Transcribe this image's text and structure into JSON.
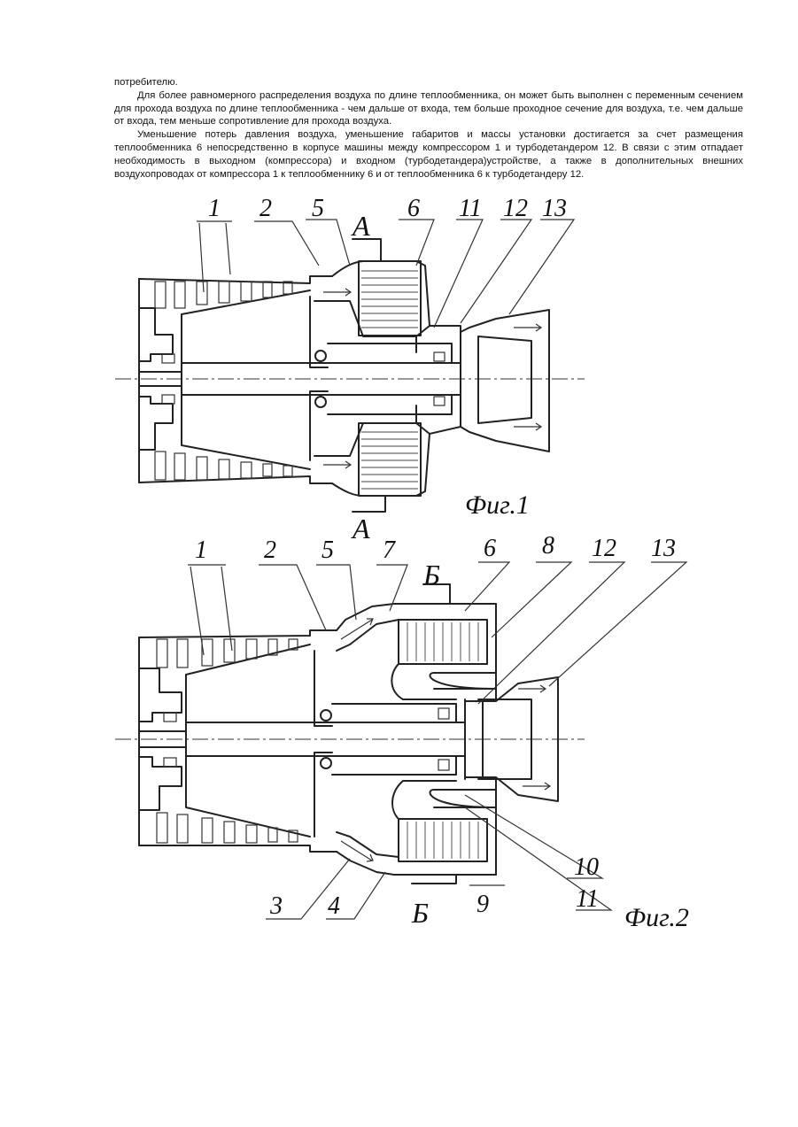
{
  "text": {
    "p1": "потребителю.",
    "p2": "Для более равномерного распределения воздуха по длине теплообменника, он может быть выполнен с переменным сечением для прохода воздуха по длине теплообменника - чем дальше от входа, тем больше проходное сечение для воздуха, т.е. чем дальше от входа, тем меньше сопротивление для прохода воздуха.",
    "p3": "Уменьшение потерь давления воздуха, уменьшение габаритов и массы установки достигается за счет размещения теплообменника 6 непосредственно в корпусе машины между компрессором 1 и турбодетандером 12. В связи с этим отпадает необходимость в выходном (компрессора) и входном (турбодетандера)устройстве, а также в дополнительных внешних воздухопроводах от компрессора 1 к теплообменнику 6 и от теплообменника 6 к турбодетандеру 12."
  },
  "fig1": {
    "caption": "Фиг.1",
    "section_top": "А",
    "section_bottom": "А",
    "labels": [
      "1",
      "2",
      "5",
      "6",
      "11",
      "12",
      "13"
    ]
  },
  "fig2": {
    "caption": "Фиг.2",
    "section_top": "Б",
    "section_bottom": "Б",
    "labels_top": [
      "1",
      "2",
      "5",
      "7",
      "6",
      "8",
      "12",
      "13"
    ],
    "labels_bottom": [
      "3",
      "4",
      "9",
      "10",
      "11"
    ]
  }
}
